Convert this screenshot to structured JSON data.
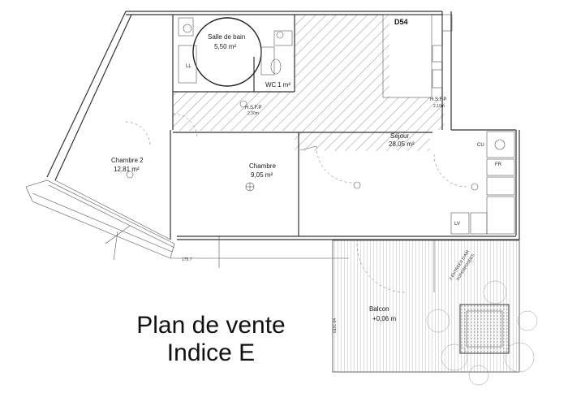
{
  "title": {
    "line1": "Plan de vente",
    "line2": "Indice E"
  },
  "lot": "D54",
  "rooms": {
    "salle_de_bain": {
      "name": "Salle de bain",
      "area": "5,50 m²"
    },
    "wc": {
      "name": "WC",
      "area": "1 m²"
    },
    "chambre2": {
      "name": "Chambre 2",
      "area": "12,81 m²"
    },
    "chambre": {
      "name": "Chambre",
      "area": "9,05 m²"
    },
    "sejour": {
      "name": "Séjour",
      "area": "28,05 m²"
    },
    "balcon": {
      "name": "Balcon",
      "area": "+0,06 m"
    }
  },
  "annotations": {
    "hsfp_left": "H.S.F.P",
    "hsfp_left_value": "2,30m",
    "hsfp_right": "H.S.F.P",
    "hsfp_right_value": "2,10m",
    "ll": "LL",
    "fr": "FR",
    "lv": "LV",
    "cu": "CU",
    "gdc": "GDC 64",
    "level": "175.7",
    "entries": "2 ENTREES D'AIR",
    "entries2": "SUPERPOSEES"
  }
}
